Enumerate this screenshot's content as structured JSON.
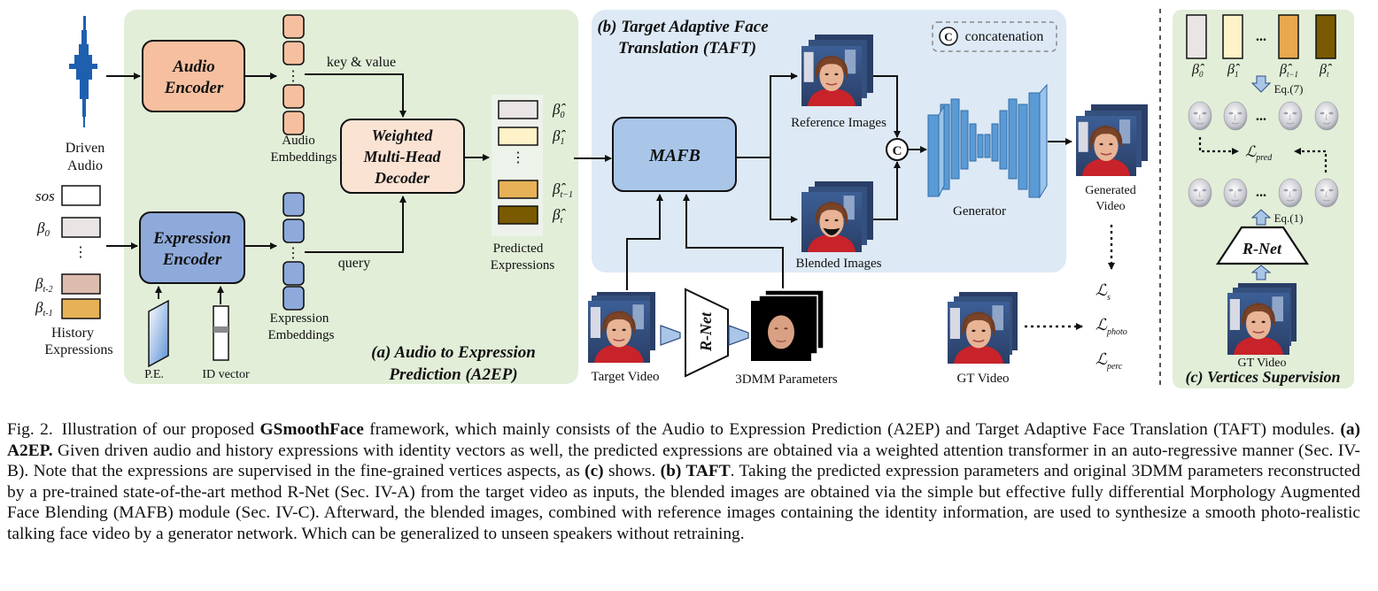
{
  "panel_a": {
    "title_line1": "(a) Audio to Expression",
    "title_line2": "Prediction (A2EP)",
    "driven_audio_line1": "Driven",
    "driven_audio_line2": "Audio",
    "audio_encoder_line1": "Audio",
    "audio_encoder_line2": "Encoder",
    "expression_encoder_line1": "Expression",
    "expression_encoder_line2": "Encoder",
    "audio_embeddings_line1": "Audio",
    "audio_embeddings_line2": "Embeddings",
    "expression_embeddings_line1": "Expression",
    "expression_embeddings_line2": "Embeddings",
    "decoder_line1": "Weighted",
    "decoder_line2": "Multi-Head",
    "decoder_line3": "Decoder",
    "key_value": "key & value",
    "query": "query",
    "predicted_expressions_line1": "Predicted",
    "predicted_expressions_line2": "Expressions",
    "history_expressions_line1": "History",
    "history_expressions_line2": "Expressions",
    "pe": "P.E.",
    "id_vector": "ID vector",
    "sos": "sos",
    "beta0": "β",
    "beta0_sub": "0",
    "beta_t2_sub": "t-2",
    "beta_t1_sub": "t-1",
    "dots": "⋮",
    "pred_beta_labels": [
      "0",
      "1",
      "t−1",
      "t"
    ]
  },
  "panel_b": {
    "title_line1": "(b) Target Adaptive Face",
    "title_line2": "Translation (TAFT)",
    "concatenation": "concatenation",
    "c_symbol": "C",
    "mafb": "MAFB",
    "reference_images": "Reference Images",
    "blended_images": "Blended Images",
    "generator": "Generator",
    "generated_video_line1": "Generated",
    "generated_video_line2": "Video",
    "target_video": "Target Video",
    "rnet": "R-Net",
    "params_3dmm": "3DMM Parameters",
    "gt_video": "GT Video",
    "loss_symbol": "ℒ",
    "loss_subs": [
      "s",
      "photo",
      "perc"
    ]
  },
  "panel_c": {
    "title": "(c) Vertices Supervision",
    "beta_labels": [
      "0",
      "1",
      "t−1",
      "t"
    ],
    "ellipsis": "...",
    "eq7": "Eq.(7)",
    "eq1": "Eq.(1)",
    "pred_sub": "pred",
    "rnet": "R-Net",
    "gt_video": "GT Video"
  },
  "caption": {
    "fig_label": "Fig. 2.",
    "s1": "Illustration of our proposed ",
    "b1": "GSmoothFace",
    "s2": " framework, which mainly consists of the Audio to Expression Prediction (A2EP) and Target Adaptive Face Translation (TAFT) modules. ",
    "b2": "(a) A2EP.",
    "s3": " Given driven audio and history expressions with identity vectors as well, the predicted expressions are obtained via a weighted attention transformer in an auto-regressive manner (Sec. IV-B). Note that the expressions are supervised in the fine-grained vertices aspects, as ",
    "b3": "(c)",
    "s4": " shows. ",
    "b4": "(b) TAFT",
    "s5": ". Taking the predicted expression parameters and original 3DMM parameters reconstructed by a pre-trained state-of-the-art method R-Net (Sec. IV-A) from the target video as inputs, the blended images are obtained via the simple but effective fully differential Morphology Augmented Face Blending (MAFB) module (Sec. IV-C). Afterward, the blended images, combined with reference images containing the identity information, are used to synthesize a smooth photo-realistic talking face video by a generator network. Which can be generalized to unseen speakers without retraining."
  },
  "colors": {
    "panel_a_bg": "#e2eed8",
    "panel_b_bg": "#dde9f5",
    "panel_c_bg": "#e2eed8",
    "audio_encoder": "#f6c0a0",
    "expression_encoder": "#8eaadb",
    "decoder": "#fbe3d4",
    "mafb": "#a9c6e9",
    "embedding_orange": "#f6c0a0",
    "embedding_blue": "#8eaadb",
    "generator": "#5b9bd5"
  }
}
